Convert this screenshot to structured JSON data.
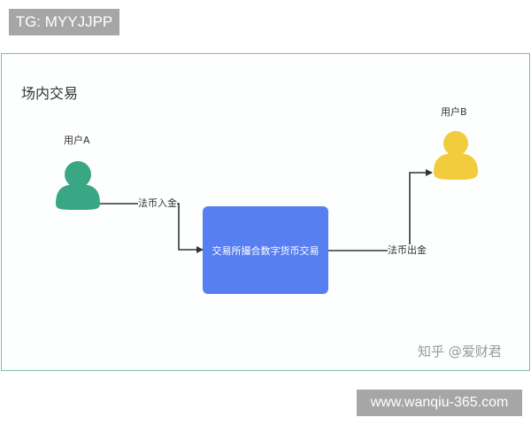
{
  "watermarks": {
    "top": "TG: MYYJJPP",
    "bottom": "www.wanqiu-365.com"
  },
  "diagram": {
    "title": "场内交易",
    "nodes": {
      "user_a": {
        "label": "用户A",
        "icon": "person-icon",
        "color": "#3aa784"
      },
      "exchange": {
        "label": "交易所撮合数字货币交易",
        "color": "#587ff2"
      },
      "user_b": {
        "label": "用户B",
        "icon": "person-icon",
        "color": "#f2cc3c"
      }
    },
    "edges": [
      {
        "from": "user_a",
        "to": "exchange",
        "label": "法币入金"
      },
      {
        "from": "exchange",
        "to": "user_b",
        "label": "法币出金"
      }
    ],
    "credit": "知乎 @爱财君",
    "frame_border_color": "#7dbfa6"
  }
}
